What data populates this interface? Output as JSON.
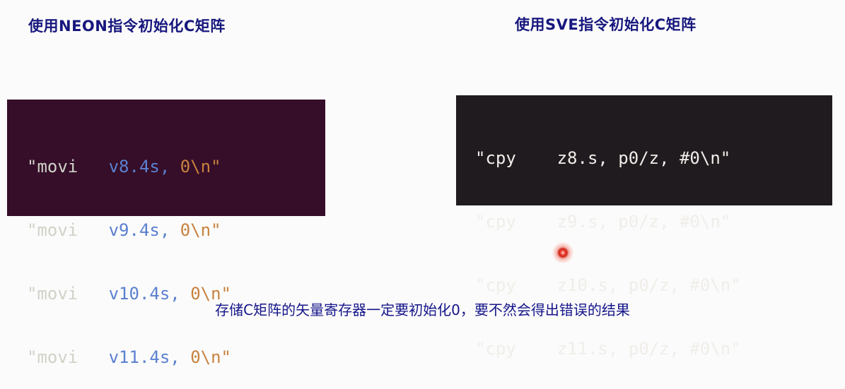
{
  "page": {
    "background": "#fbfbfb",
    "title_color": "#17177e"
  },
  "neon": {
    "title": "使用NEON指令初始化C矩阵",
    "colors": {
      "bg": "#360e29",
      "instr": "#d0d2c8",
      "reg": "#5b80d0",
      "val": "#c8823e"
    },
    "lines": [
      {
        "a": "\"movi   ",
        "b": "v8.4s, ",
        "c": "0\\n\""
      },
      {
        "a": "\"movi   ",
        "b": "v9.4s, ",
        "c": "0\\n\""
      },
      {
        "a": "\"movi   ",
        "b": "v10.4s, ",
        "c": "0\\n\""
      },
      {
        "a": "\"movi   ",
        "b": "v11.4s, ",
        "c": "0\\n\""
      }
    ]
  },
  "sve": {
    "title": "使用SVE指令初始化C矩阵",
    "colors": {
      "bg": "#1f1b1f",
      "text": "#f0eee9"
    },
    "lines": [
      {
        "text": "\"cpy    z8.s, p0/z, #0\\n\""
      },
      {
        "text": "\"cpy    z9.s, p0/z, #0\\n\""
      },
      {
        "text": "\"cpy    z10.s, p0/z, #0\\n\""
      },
      {
        "text": "\"cpy    z11.s, p0/z, #0\\n\""
      }
    ]
  },
  "footer": {
    "note": "存储C矩阵的矢量寄存器一定要初始化0，要不然会得出错误的结果"
  },
  "laser_pointer": {
    "color": "#cd2114"
  }
}
